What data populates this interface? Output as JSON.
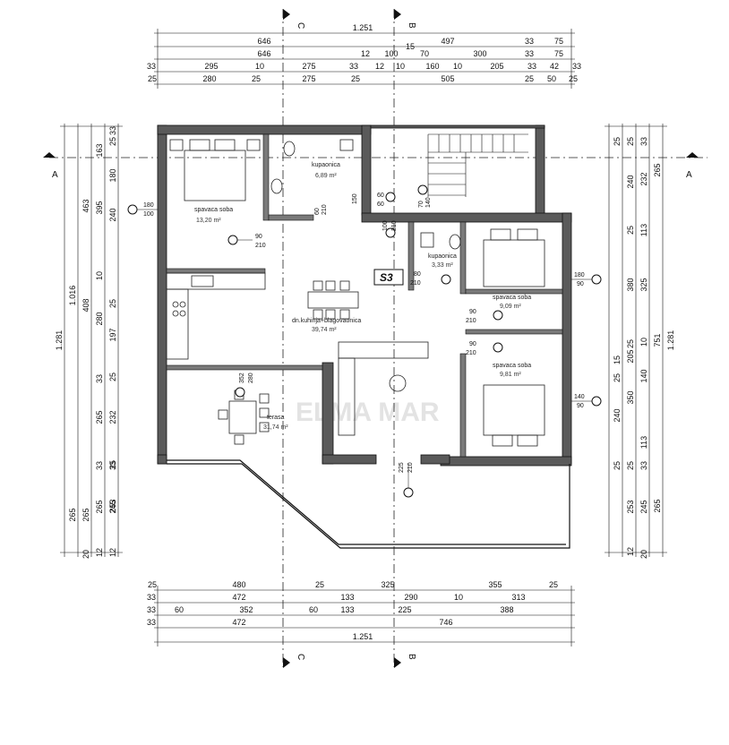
{
  "drawing": {
    "unit_tag": "S3",
    "watermark": "ELMA MAR",
    "sections": {
      "c": "C",
      "b": "B",
      "a": "A"
    }
  },
  "dims": {
    "top": {
      "r1": [
        "1.251"
      ],
      "r2": [
        "646",
        "15",
        "497",
        "33",
        "75"
      ],
      "r3": [
        "646",
        "12",
        "100",
        "70",
        "300",
        "33",
        "75"
      ],
      "r4": [
        "33",
        "295",
        "10",
        "275",
        "33",
        "12",
        "10",
        "160",
        "10",
        "205",
        "33",
        "42",
        "33"
      ],
      "r5": [
        "25",
        "280",
        "25",
        "275",
        "25",
        "505",
        "25",
        "50",
        "25"
      ]
    },
    "bottom": {
      "r1": [
        "25",
        "480",
        "25",
        "325",
        "355",
        "25"
      ],
      "r2": [
        "33",
        "472",
        "133",
        "290",
        "10",
        "313"
      ],
      "r3": [
        "33",
        "60",
        "352",
        "60",
        "133",
        "225",
        "388"
      ],
      "r4": [
        "33",
        "472",
        "746"
      ],
      "r5": [
        "1.251"
      ]
    },
    "left": {
      "c1": [
        "1.281"
      ],
      "c2": [
        "1.016",
        "265"
      ],
      "c3": [
        "463",
        "408",
        "265",
        "20"
      ],
      "c4": [
        "163",
        "395",
        "10",
        "280",
        "33",
        "265",
        "33",
        "265",
        "12"
      ],
      "c5": [
        "33",
        "180",
        "25",
        "197",
        "25",
        "232",
        "33",
        "245",
        "12"
      ],
      "c6": [
        "25",
        "240",
        "25",
        "253"
      ]
    },
    "right": {
      "c1": [
        "1.281"
      ],
      "c2": [
        "265",
        "751",
        "265"
      ],
      "c3": [
        "33",
        "232",
        "113",
        "325",
        "10",
        "140",
        "113",
        "33",
        "245",
        "20"
      ],
      "c4": [
        "25",
        "240",
        "25",
        "380",
        "25",
        "205",
        "350",
        "25",
        "253",
        "12"
      ],
      "c5": [
        "25",
        "15",
        "25",
        "240",
        "25"
      ]
    }
  },
  "rooms": [
    {
      "name": "spavaca soba",
      "area": "13,20 m²"
    },
    {
      "name": "kupaonica",
      "area": "6,89 m²"
    },
    {
      "name": "kupaonica",
      "area": "3,33 m²"
    },
    {
      "name": "dn.kuhinja+blagovaonica",
      "area": "39,74 m²"
    },
    {
      "name": "spavaca soba",
      "area": "9,09 m²"
    },
    {
      "name": "spavaca soba",
      "area": "9,81 m²"
    },
    {
      "name": "terasa",
      "area": "31,74 m²"
    }
  ],
  "doors": [
    {
      "w": "90",
      "h": "210"
    },
    {
      "w": "60",
      "h": "210"
    },
    {
      "w": "80",
      "h": "210"
    },
    {
      "w": "90",
      "h": "210"
    },
    {
      "w": "90",
      "h": "210"
    },
    {
      "w": "352",
      "h": "280"
    },
    {
      "w": "225",
      "h": "210"
    },
    {
      "w": "70",
      "h": "140"
    }
  ],
  "windows": [
    {
      "w": "180",
      "h": "100"
    },
    {
      "w": "180",
      "h": "90"
    },
    {
      "w": "140",
      "h": "90"
    },
    {
      "w": "150",
      "h": "60"
    },
    {
      "w": "60",
      "h": "60"
    },
    {
      "w": "100",
      "h": "210"
    }
  ],
  "colors": {
    "wall": "#555555",
    "line": "#111111",
    "axis": "#222222"
  }
}
